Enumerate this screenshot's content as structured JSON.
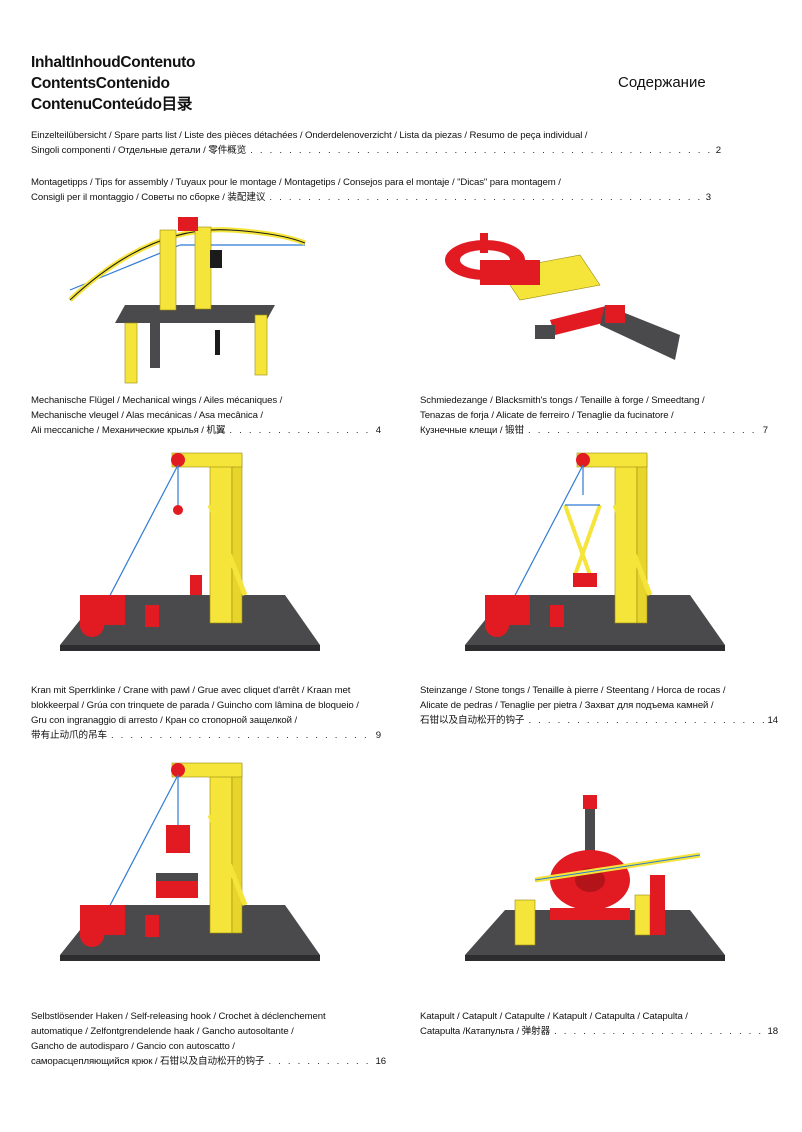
{
  "titles": {
    "line1": "InhaltInhoudContenuto",
    "line2": "ContentsContenido",
    "line3": "ContenuConteúdo目录",
    "russian": "Содержание"
  },
  "entries": {
    "parts": {
      "line1": "Einzelteilübersicht / Spare parts list / Liste des pièces détachées / Onderdelenoverzicht / Lista da piezas / Resumo de peça individual /",
      "line2": "Singoli componenti / Отдельные детали / 零件概览",
      "page": "2"
    },
    "tips": {
      "line1": "Montagetipps / Tips for assembly / Tuyaux pour le montage / Montagetips / Consejos para el montaje / \"Dicas\" para montagem /",
      "line2": "Consigli per il montaggio / Советы по сборке / 装配建议",
      "page": "3"
    },
    "wings": {
      "line1": "Mechanische Flügel / Mechanical wings / Ailes mécaniques /",
      "line2": "Mechanische vleugel / Alas mecánicas / Asa mecânica /",
      "line3": "Ali meccaniche / Механические крылья / 机翼",
      "page": "4"
    },
    "tongs": {
      "line1": "Schmiedezange / Blacksmith's tongs / Tenaille à forge / Smeedtang /",
      "line2": "Tenazas de forja / Alicate de ferreiro / Tenaglie da fucinatore /",
      "line3": "Кузнечные клещи / 锻钳",
      "page": "7"
    },
    "crane": {
      "line1": "Kran mit Sperrklinke / Crane with pawl / Grue avec cliquet d'arrêt / Kraan met",
      "line2": "blokkeerpal / Grúa con trinquete de parada / Guincho com lâmina de bloqueio /",
      "line3": "Gru con ingranaggio di arresto / Кран со стопорной защелкой /",
      "line4": "带有止动爪的吊车",
      "page": "9"
    },
    "stone": {
      "line1": "Steinzange / Stone tongs / Tenaille à pierre / Steentang / Horca de rocas /",
      "line2": "Alicate de pedras / Tenaglie per pietra / Захват для подъема камней /",
      "line3": "石钳以及自动松开的钩子",
      "page": "14"
    },
    "hook": {
      "line1": "Selbstlösender Haken / Self-releasing hook / Crochet à déclenchement",
      "line2": "automatique / Zelfontgrendelende haak / Gancho autosoltante /",
      "line3": "Gancho de autodisparo / Gancio con autoscatto /",
      "line4": "саморасцепляющийся крюк / 石钳以及自动松开的钩子",
      "page": "16"
    },
    "catapult": {
      "line1": "Katapult / Catapult / Catapulte / Katapult / Catapulta / Catapulta /",
      "line2": "Catapulta /Катапульта / 弹射器",
      "page": "18"
    }
  },
  "colors": {
    "yellow": "#f5e43a",
    "red": "#e21b23",
    "dark_grey": "#4a4a4c",
    "black": "#1b1b1b",
    "blue_string": "#2f7bd6"
  }
}
